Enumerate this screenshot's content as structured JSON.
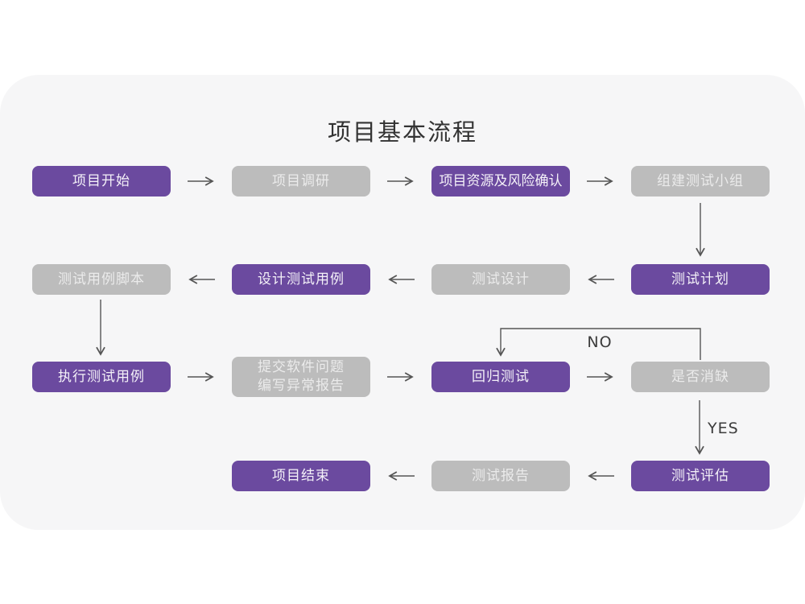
{
  "page": {
    "title": "项目基本流程"
  },
  "colors": {
    "panel_background": "#f6f6f7",
    "page_background": "#ffffff",
    "node_purple": "#6b4a9f",
    "node_gray": "#bcbcbc",
    "node_text": "#f2f2f2",
    "arrow": "#555555",
    "title_text": "#333333"
  },
  "nodes": [
    {
      "text": "项目开始",
      "type": "purple",
      "row": 1,
      "col": 1
    },
    {
      "text": "项目调研",
      "type": "gray",
      "row": 1,
      "col": 2
    },
    {
      "text": "项目资源及风险确认",
      "type": "purple",
      "row": 1,
      "col": 3
    },
    {
      "text": "组建测试小组",
      "type": "gray",
      "row": 1,
      "col": 4
    },
    {
      "text": "测试计划",
      "type": "purple",
      "row": 2,
      "col": 4
    },
    {
      "text": "测试设计",
      "type": "gray",
      "row": 2,
      "col": 3
    },
    {
      "text": "设计测试用例",
      "type": "purple",
      "row": 2,
      "col": 2
    },
    {
      "text": "测试用例脚本",
      "type": "gray",
      "row": 2,
      "col": 1
    },
    {
      "text": "执行测试用例",
      "type": "purple",
      "row": 3,
      "col": 1
    },
    {
      "text": "提交软件问题 编写异常报告",
      "line1": "提交软件问题",
      "line2": "编写异常报告",
      "type": "gray",
      "row": 3,
      "col": 2
    },
    {
      "text": "回归测试",
      "type": "purple",
      "row": 3,
      "col": 3
    },
    {
      "text": "是否消缺",
      "type": "gray",
      "row": 3,
      "col": 4
    },
    {
      "text": "测试评估",
      "type": "purple",
      "row": 4,
      "col": 4
    },
    {
      "text": "测试报告",
      "type": "gray",
      "row": 4,
      "col": 3
    },
    {
      "text": "项目结束",
      "type": "purple",
      "row": 4,
      "col": 2
    }
  ],
  "edge_labels": {
    "no": "NO",
    "yes": "YES"
  }
}
